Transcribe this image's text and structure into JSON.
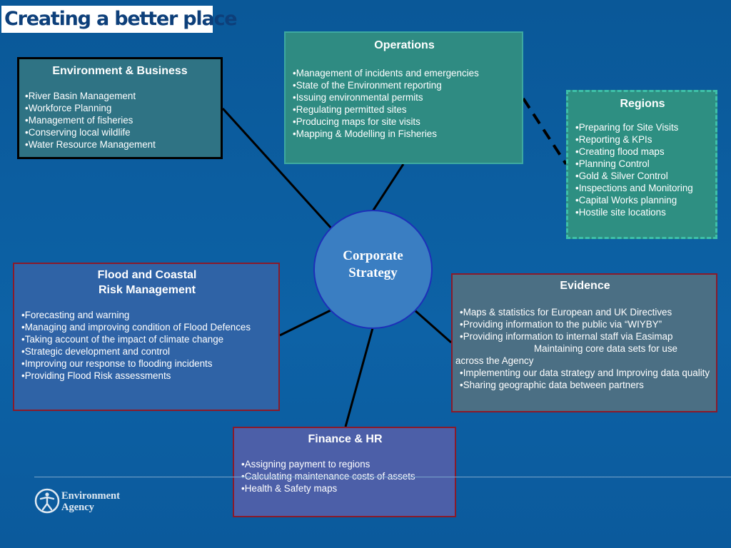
{
  "slide_title": "Creating a better place",
  "center": {
    "label": "Corporate Strategy"
  },
  "environment": {
    "title": "Environment & Business",
    "items": [
      "River Basin Management",
      "Workforce Planning",
      "Management of fisheries",
      "Conserving local wildlife",
      "Water Resource Management"
    ]
  },
  "operations": {
    "title": "Operations",
    "items": [
      "Management of incidents and emergencies",
      "State of the Environment reporting",
      "Issuing environmental permits",
      "Regulating permitted sites",
      "Producing maps for site visits",
      "Mapping & Modelling in Fisheries"
    ]
  },
  "regions": {
    "title": "Regions",
    "items": [
      "Preparing for Site Visits",
      "Reporting & KPIs",
      "Creating flood maps",
      "Planning Control",
      "Gold & Silver Control",
      "Inspections and Monitoring",
      "Capital Works planning",
      "Hostile site locations"
    ]
  },
  "flood": {
    "title_line1": "Flood and Coastal",
    "title_line2": "Risk Management",
    "items": [
      "Forecasting and warning",
      "Managing and improving condition of Flood Defences",
      "Taking account of the impact of climate change",
      "Strategic development and control",
      "Improving our response to flooding incidents",
      "Providing Flood Risk assessments"
    ]
  },
  "evidence": {
    "title": "Evidence",
    "items": [
      "Maps & statistics for European and UK Directives",
      "Providing information to the public via “WIYBY”",
      "Providing information to internal staff via Easimap",
      "Implementing our data strategy and Improving data quality",
      "Sharing geographic data between partners"
    ],
    "continuation": "Maintaining core data sets for use across the Agency"
  },
  "finance": {
    "title": "Finance & HR",
    "items": [
      "Assigning payment to regions",
      "Calculating maintenance costs of assets",
      "Health & Safety maps"
    ]
  },
  "logo": {
    "line1": "Environment",
    "line2": "Agency"
  },
  "colors": {
    "background": "#0b5a9a",
    "connector": "#000000",
    "box_border_red": "#8a1a2a",
    "circle": "#3a7ec2"
  }
}
